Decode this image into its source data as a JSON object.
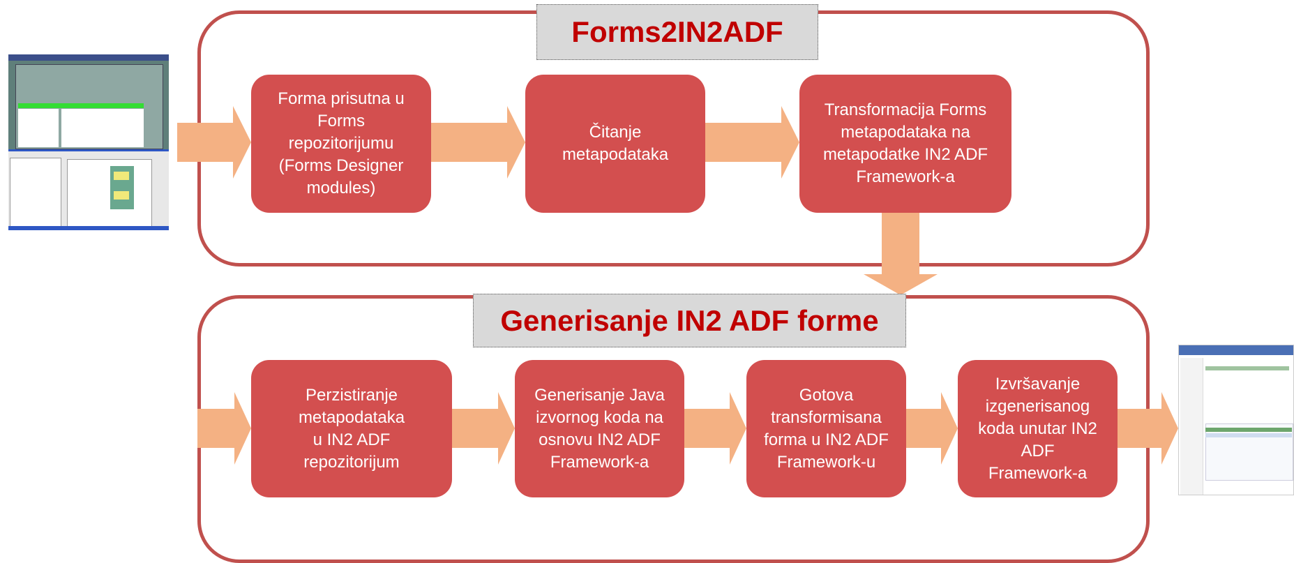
{
  "top_section": {
    "title": "Forms2IN2ADF",
    "steps": [
      "Forma prisutna u\nForms\nrepozitorijumu\n(Forms Designer\nmodules)",
      "Čitanje\nmetapodataka",
      "Transformacija Forms\nmetapodataka na\nmetapodatke IN2 ADF\nFramework-a"
    ]
  },
  "bottom_section": {
    "title": "Generisanje IN2 ADF forme",
    "steps": [
      "Perzistiranje\nmetapodataka\nu IN2 ADF\nrepozitorijum",
      "Generisanje Java\nizvornog koda na\nosnovu IN2 ADF\nFramework-a",
      "Gotova\ntransformisana\nforma u IN2 ADF\nFramework-u",
      "Izvršavanje\nizgenerisanog\nkoda unutar IN2\nADF\nFramework-a"
    ]
  },
  "colors": {
    "panel_border": "#c0504d",
    "step_fill": "#d34f4f",
    "arrow_fill": "#f4b183",
    "title_text": "#c00000",
    "title_bg": "#d9d9d9"
  }
}
